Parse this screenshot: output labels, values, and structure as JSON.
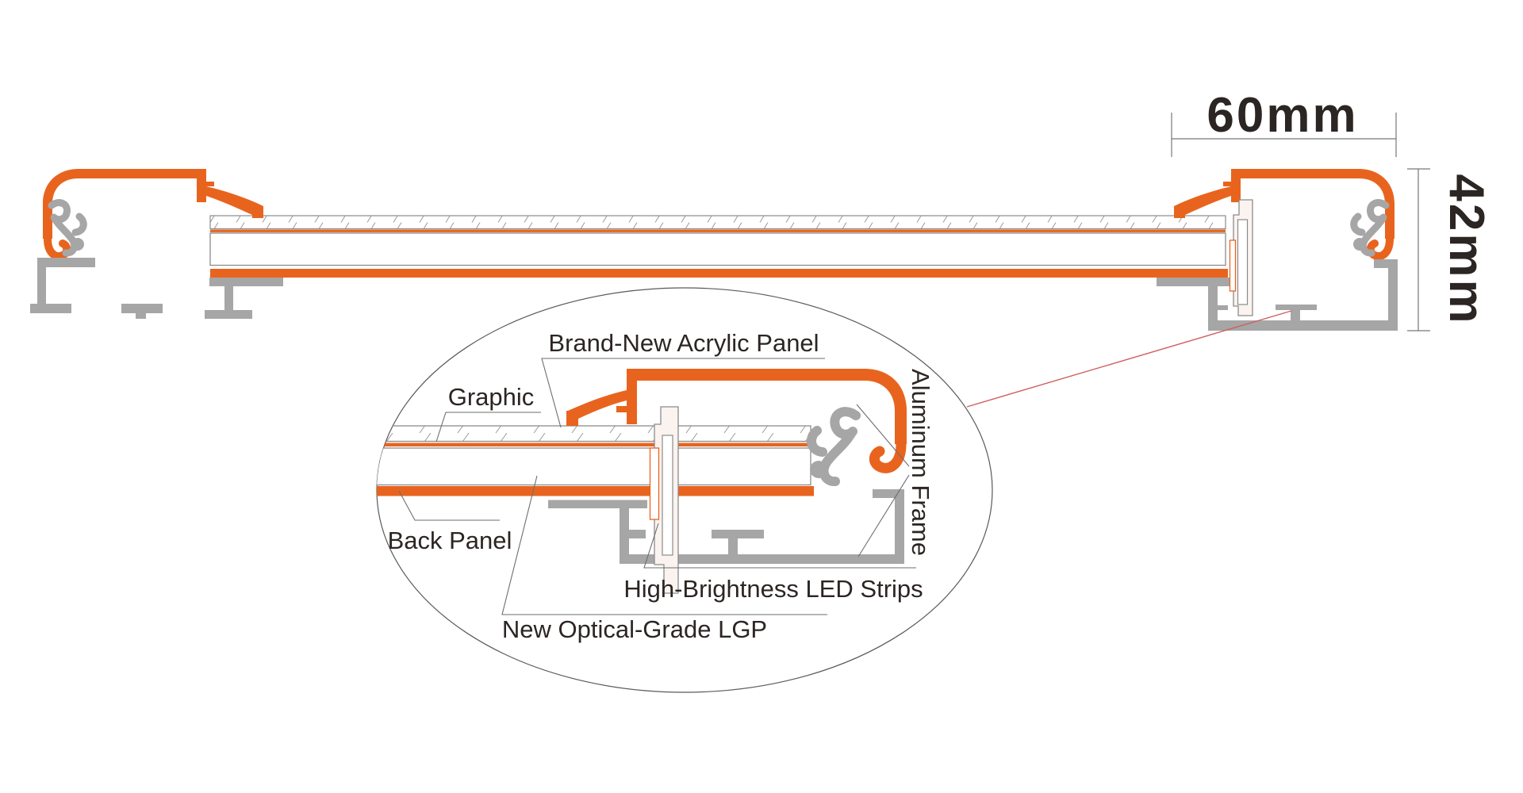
{
  "diagram": {
    "dimensions": {
      "frame_width": "60mm",
      "frame_depth": "42mm"
    },
    "callouts": {
      "acrylic_panel": "Brand-New Acrylic Panel",
      "graphic": "Graphic",
      "back_panel": "Back Panel",
      "led_strips": "High-Brightness LED Strips",
      "lgp": "New Optical-Grade LGP",
      "aluminum_frame": "Aluminum Frame"
    },
    "colors": {
      "accent_orange": "#E8641E",
      "metal_gray": "#A6A6A6",
      "outline_gray": "#8B8B8B",
      "leader_red": "#CF5F63",
      "text": "#2B2523"
    }
  }
}
